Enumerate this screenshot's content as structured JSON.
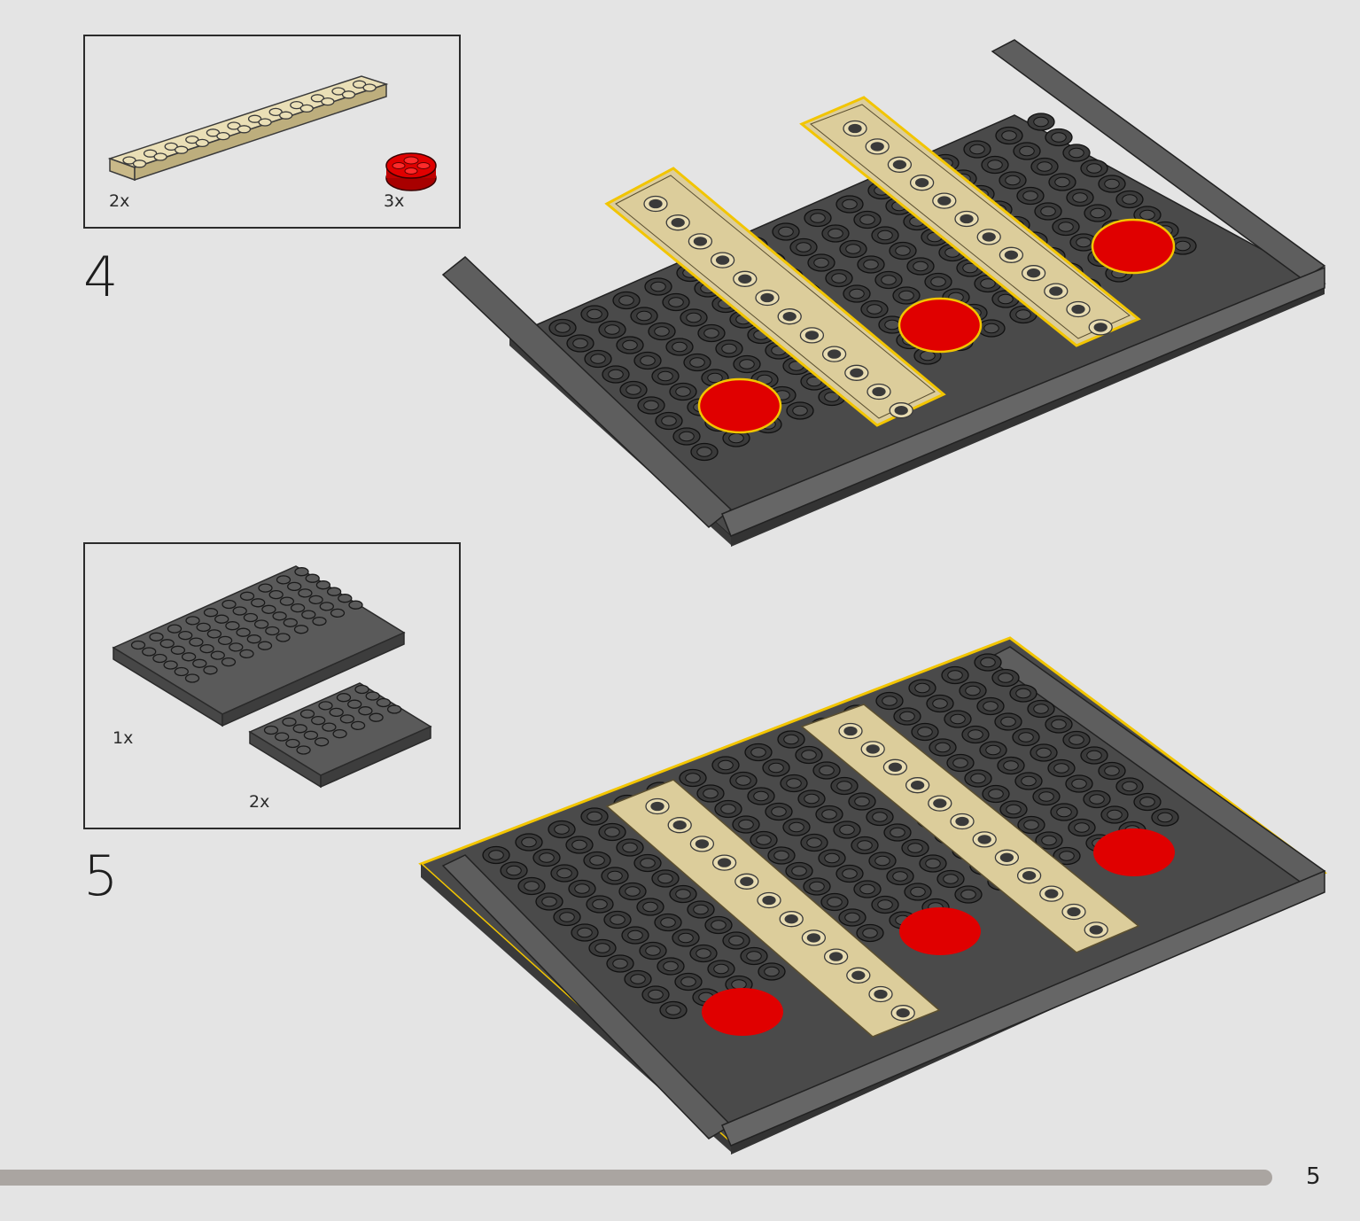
{
  "steps": [
    {
      "number": "4",
      "parts": [
        {
          "name": "tan plate",
          "quantity": "2x",
          "color": "#dccd9b"
        },
        {
          "name": "red round plate",
          "quantity": "3x",
          "color": "#d80000"
        }
      ]
    },
    {
      "number": "5",
      "parts": [
        {
          "name": "dark grey plate large",
          "quantity": "1x",
          "color": "#595959"
        },
        {
          "name": "dark grey plate small",
          "quantity": "2x",
          "color": "#595959"
        }
      ]
    }
  ],
  "page_number": "5",
  "colors": {
    "background": "#e4e4e4",
    "dark_grey": "#595959",
    "tan": "#dccd9b",
    "red": "#d80000",
    "highlight": "#f2c500",
    "progress_bar": "#aaa5a1"
  }
}
